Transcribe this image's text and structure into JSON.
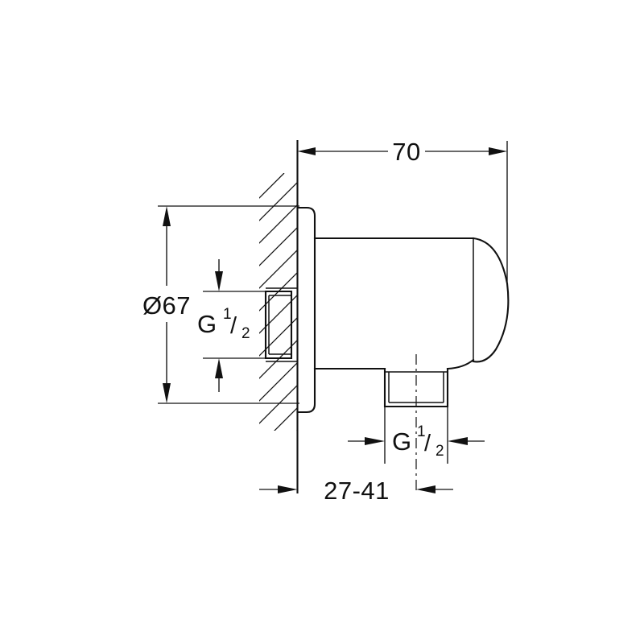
{
  "drawing": {
    "title": "Wall union elbow technical drawing",
    "background_color": "#ffffff",
    "line_color": "#111111",
    "dimensions": {
      "overall_length": {
        "value": "70",
        "name": "overall-projection-dimension",
        "unit": "mm",
        "orientation": "horizontal",
        "position": "top"
      },
      "flange_diameter": {
        "value": "Ø67",
        "name": "flange-diameter-dimension",
        "unit": "mm",
        "orientation": "vertical",
        "position": "left"
      },
      "wall_thickness": {
        "value": "27-41",
        "name": "wall-thickness-range-dimension",
        "unit": "mm",
        "orientation": "horizontal",
        "position": "bottom"
      },
      "inlet_thread": {
        "label_prefix": "G",
        "numerator": "1",
        "slash": "/",
        "denominator": "2",
        "name": "inlet-thread-size",
        "full_text": "G 1/2",
        "position": "center-left"
      },
      "outlet_thread": {
        "label_prefix": "G",
        "numerator": "1",
        "slash": "/",
        "denominator": "2",
        "name": "outlet-thread-size",
        "full_text": "G 1/2",
        "position": "bottom-center"
      }
    },
    "parts": {
      "wall": "wall-section-hatched",
      "flange": "escutcheon-flange",
      "body": "main-body",
      "dome": "rounded-end-cap",
      "inlet": "threaded-inlet-socket",
      "outlet": "threaded-outlet-nipple"
    }
  }
}
